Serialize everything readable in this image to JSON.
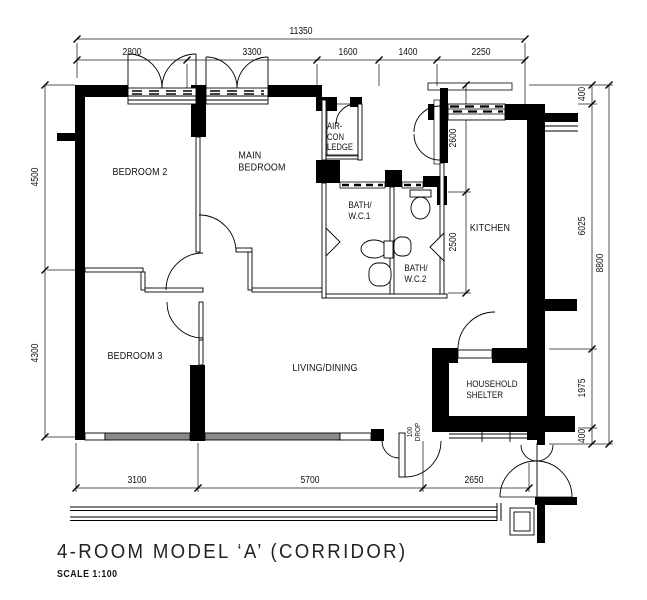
{
  "title_block": {
    "title": "4-ROOM MODEL ‘A’ (CORRIDOR)",
    "scale": "SCALE 1:100"
  },
  "rooms": {
    "bedroom2": "BEDROOM 2",
    "main_bedroom": "MAIN\nBEDROOM",
    "bedroom3": "BEDROOM 3",
    "living": "LIVING/DINING",
    "kitchen": "KITCHEN",
    "bath1": "BATH/\nW.C.1",
    "bath2": "BATH/\nW.C.2",
    "aircon": "AIR-\nCON\nLEDGE",
    "shelter": "HOUSEHOLD\nSHELTER"
  },
  "notes": {
    "drop": "100\nDROP"
  },
  "dimensions": {
    "top_total": "11350",
    "top": [
      "2800",
      "3300",
      "1600",
      "1400",
      "2250"
    ],
    "left": [
      "4500",
      "4300"
    ],
    "kitchen_chain": [
      "2600",
      "2500"
    ],
    "right_chain": [
      "400",
      "6025",
      "1975",
      "400"
    ],
    "right_total": "8800",
    "bottom": [
      "3100",
      "5700",
      "2650"
    ]
  }
}
